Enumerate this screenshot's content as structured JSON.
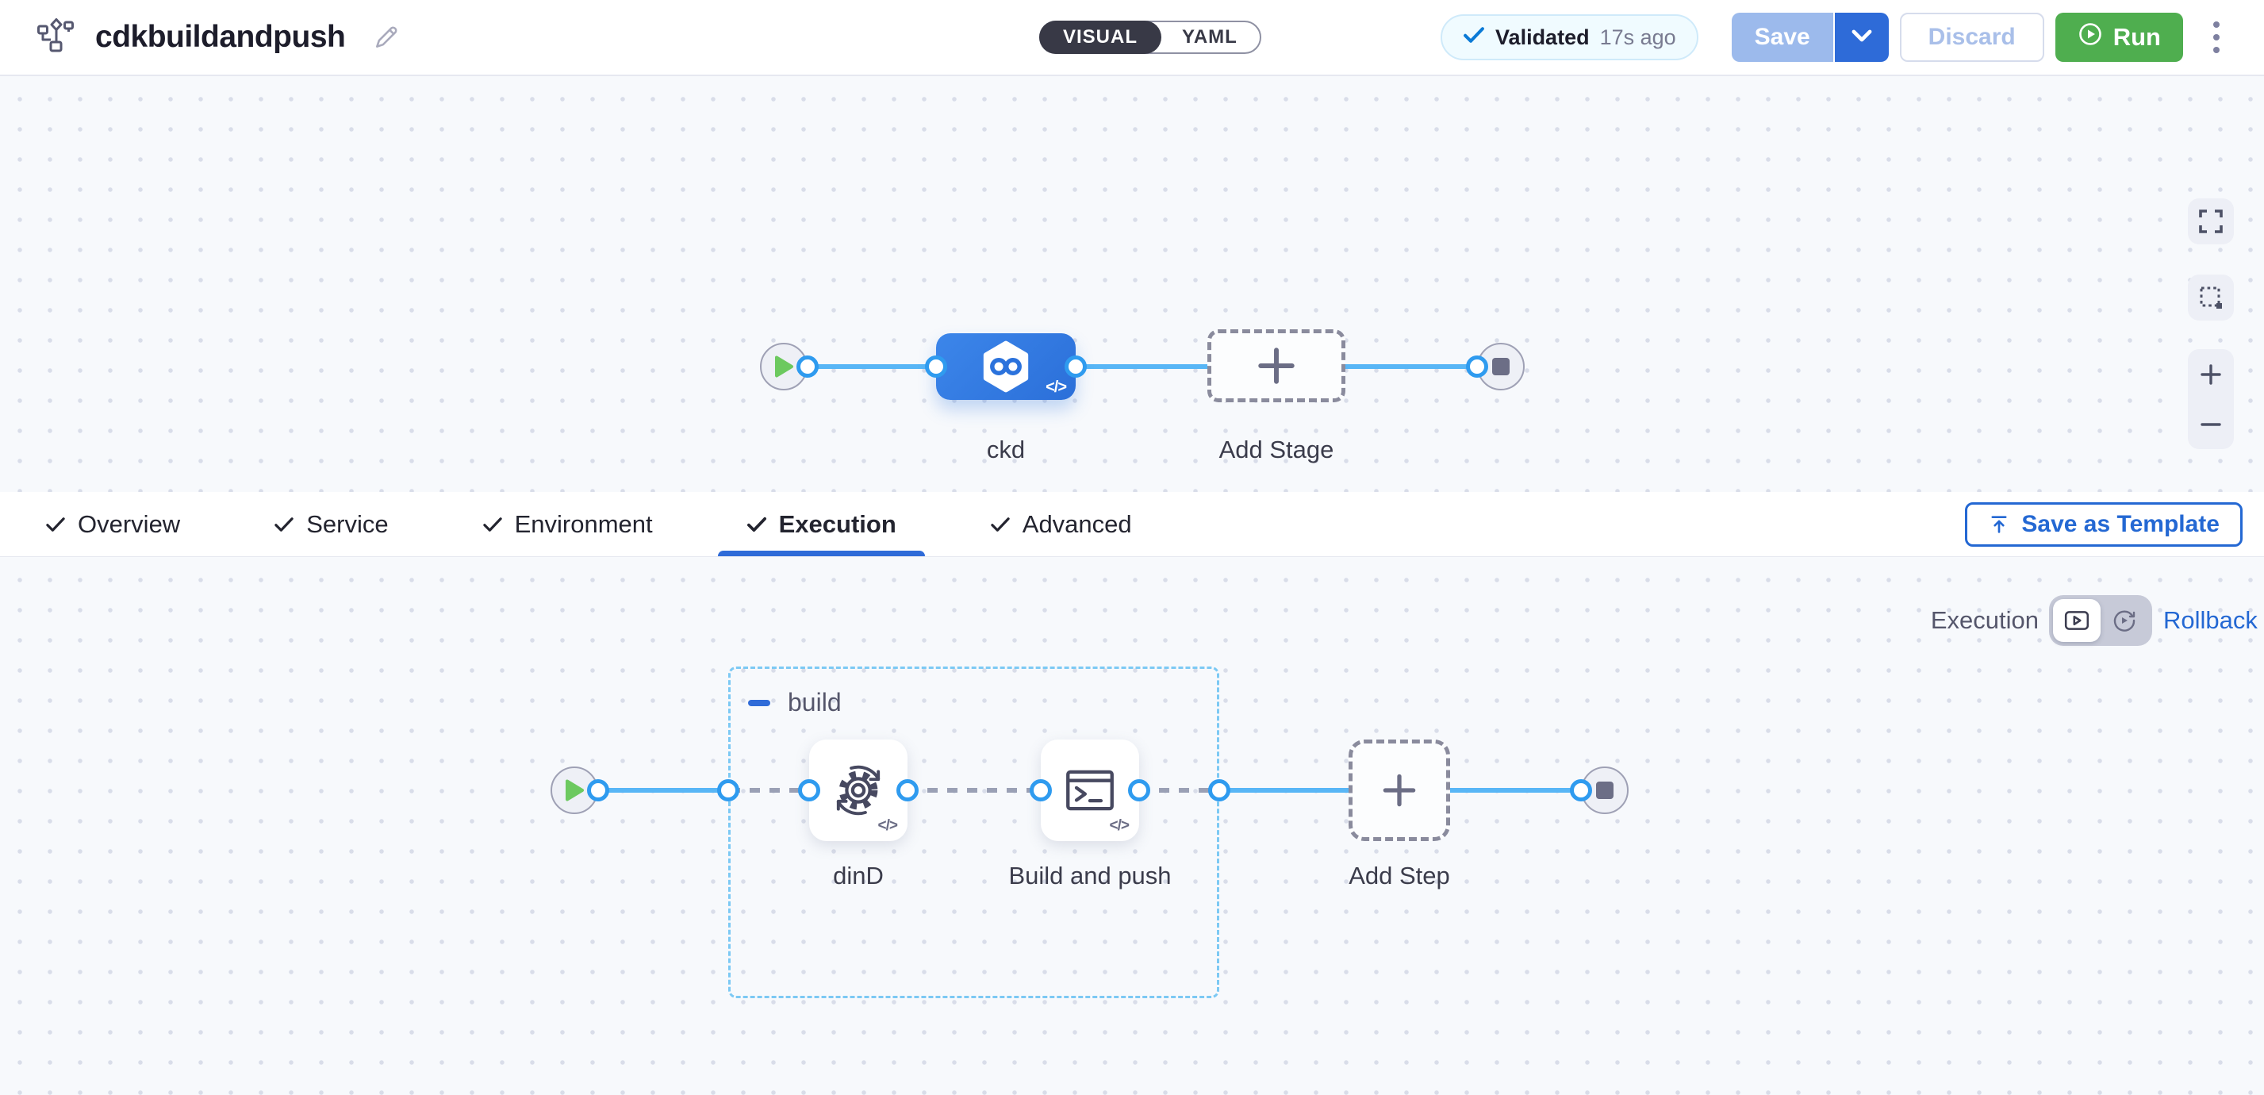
{
  "header": {
    "title": "cdkbuildandpush",
    "mode_toggle": {
      "visual": "VISUAL",
      "yaml": "YAML",
      "selected": "VISUAL"
    },
    "validation": {
      "status": "Validated",
      "time_ago": "17s ago"
    },
    "actions": {
      "save": "Save",
      "discard": "Discard",
      "run": "Run"
    }
  },
  "pipeline_canvas": {
    "stage": {
      "name": "ckd"
    },
    "add_stage_label": "Add Stage"
  },
  "config_tabs": {
    "items": [
      {
        "label": "Overview",
        "checked": true,
        "active": false
      },
      {
        "label": "Service",
        "checked": true,
        "active": false
      },
      {
        "label": "Environment",
        "checked": true,
        "active": false
      },
      {
        "label": "Execution",
        "checked": true,
        "active": true
      },
      {
        "label": "Advanced",
        "checked": true,
        "active": false
      }
    ],
    "save_as_template_label": "Save as Template"
  },
  "execution_canvas": {
    "mode_label": "Execution",
    "rollback_label": "Rollback",
    "group": {
      "name": "build",
      "collapsed": false
    },
    "steps": [
      {
        "name": "dinD"
      },
      {
        "name": "Build and push"
      }
    ],
    "add_step_label": "Add Step"
  },
  "icons": {
    "code_badge": "</>"
  },
  "colors": {
    "accent_blue": "#2e6bd8",
    "flow_line_blue": "#58b6f6",
    "stage_node_blue": "#2e76dd",
    "run_green": "#4fae4f",
    "validated_bg": "#f0fbff",
    "canvas_bg": "#f7f9fc"
  }
}
